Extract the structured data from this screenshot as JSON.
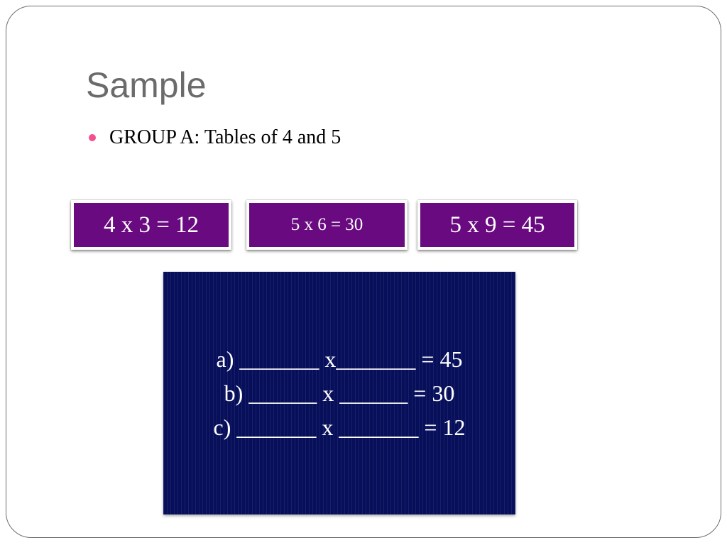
{
  "slide": {
    "title": "Sample",
    "bullet": "GROUP A: Tables of 4 and 5",
    "equations": [
      "4 x 3 = 12",
      "5 x 6 = 30",
      "5 x 9 = 45"
    ],
    "questions": [
      "a) _______ x_______ = 45",
      "b) ______ x ______ = 30",
      "c) _______ x _______ = 12"
    ]
  },
  "colors": {
    "title": "#6b6b6b",
    "bullet": "#f2508f",
    "equation_box": "#6a0a80",
    "question_box": "#070f5a",
    "border": "#6e6e6e"
  }
}
